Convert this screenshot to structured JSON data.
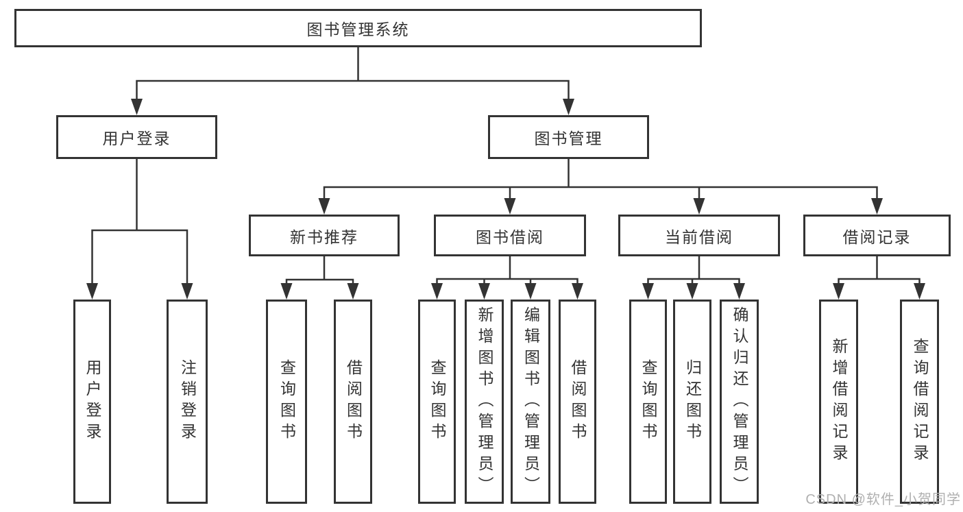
{
  "diagram": {
    "type": "hierarchy-flowchart",
    "nodes": {
      "root": {
        "label": "图书管理系统"
      },
      "level2": {
        "user_login": {
          "label": "用户登录"
        },
        "book_management": {
          "label": "图书管理"
        }
      },
      "level3": {
        "new_book_recommend": {
          "label": "新书推荐"
        },
        "book_borrowing": {
          "label": "图书借阅"
        },
        "current_borrowing": {
          "label": "当前借阅"
        },
        "borrowing_records": {
          "label": "借阅记录"
        }
      },
      "leaves": {
        "user_login": {
          "label": "用户登录"
        },
        "logout": {
          "label": "注销登录"
        },
        "recommend_query_books": {
          "label": "查询图书"
        },
        "recommend_borrow_books": {
          "label": "借阅图书"
        },
        "borrowing_query_books": {
          "label": "查询图书"
        },
        "borrowing_add_books": {
          "label": "新增图书（管理员）"
        },
        "borrowing_edit_books": {
          "label": "编辑图书（管理员）"
        },
        "borrowing_borrow_books": {
          "label": "借阅图书"
        },
        "current_query_books": {
          "label": "查询图书"
        },
        "current_return_books": {
          "label": "归还图书"
        },
        "current_confirm_return": {
          "label": "确认归还（管理员）"
        },
        "records_add_record": {
          "label": "新增借阅记录"
        },
        "records_query_record": {
          "label": "查询借阅记录"
        }
      }
    },
    "edges": [
      [
        "root",
        "user_login"
      ],
      [
        "root",
        "book_management"
      ],
      [
        "user_login",
        "leaf:user_login"
      ],
      [
        "user_login",
        "leaf:logout"
      ],
      [
        "book_management",
        "new_book_recommend"
      ],
      [
        "book_management",
        "book_borrowing"
      ],
      [
        "book_management",
        "current_borrowing"
      ],
      [
        "book_management",
        "borrowing_records"
      ],
      [
        "new_book_recommend",
        "leaf:recommend_query_books"
      ],
      [
        "new_book_recommend",
        "leaf:recommend_borrow_books"
      ],
      [
        "book_borrowing",
        "leaf:borrowing_query_books"
      ],
      [
        "book_borrowing",
        "leaf:borrowing_add_books"
      ],
      [
        "book_borrowing",
        "leaf:borrowing_edit_books"
      ],
      [
        "book_borrowing",
        "leaf:borrowing_borrow_books"
      ],
      [
        "current_borrowing",
        "leaf:current_query_books"
      ],
      [
        "current_borrowing",
        "leaf:current_return_books"
      ],
      [
        "current_borrowing",
        "leaf:current_confirm_return"
      ],
      [
        "borrowing_records",
        "leaf:records_add_record"
      ],
      [
        "borrowing_records",
        "leaf:records_query_record"
      ]
    ]
  },
  "watermark": {
    "text": "CSDN @软件_小贺同学"
  },
  "colors": {
    "line": "#333333",
    "box_border": "#333333",
    "text": "#333333",
    "watermark": "#b0b0b0",
    "background": "#ffffff"
  }
}
